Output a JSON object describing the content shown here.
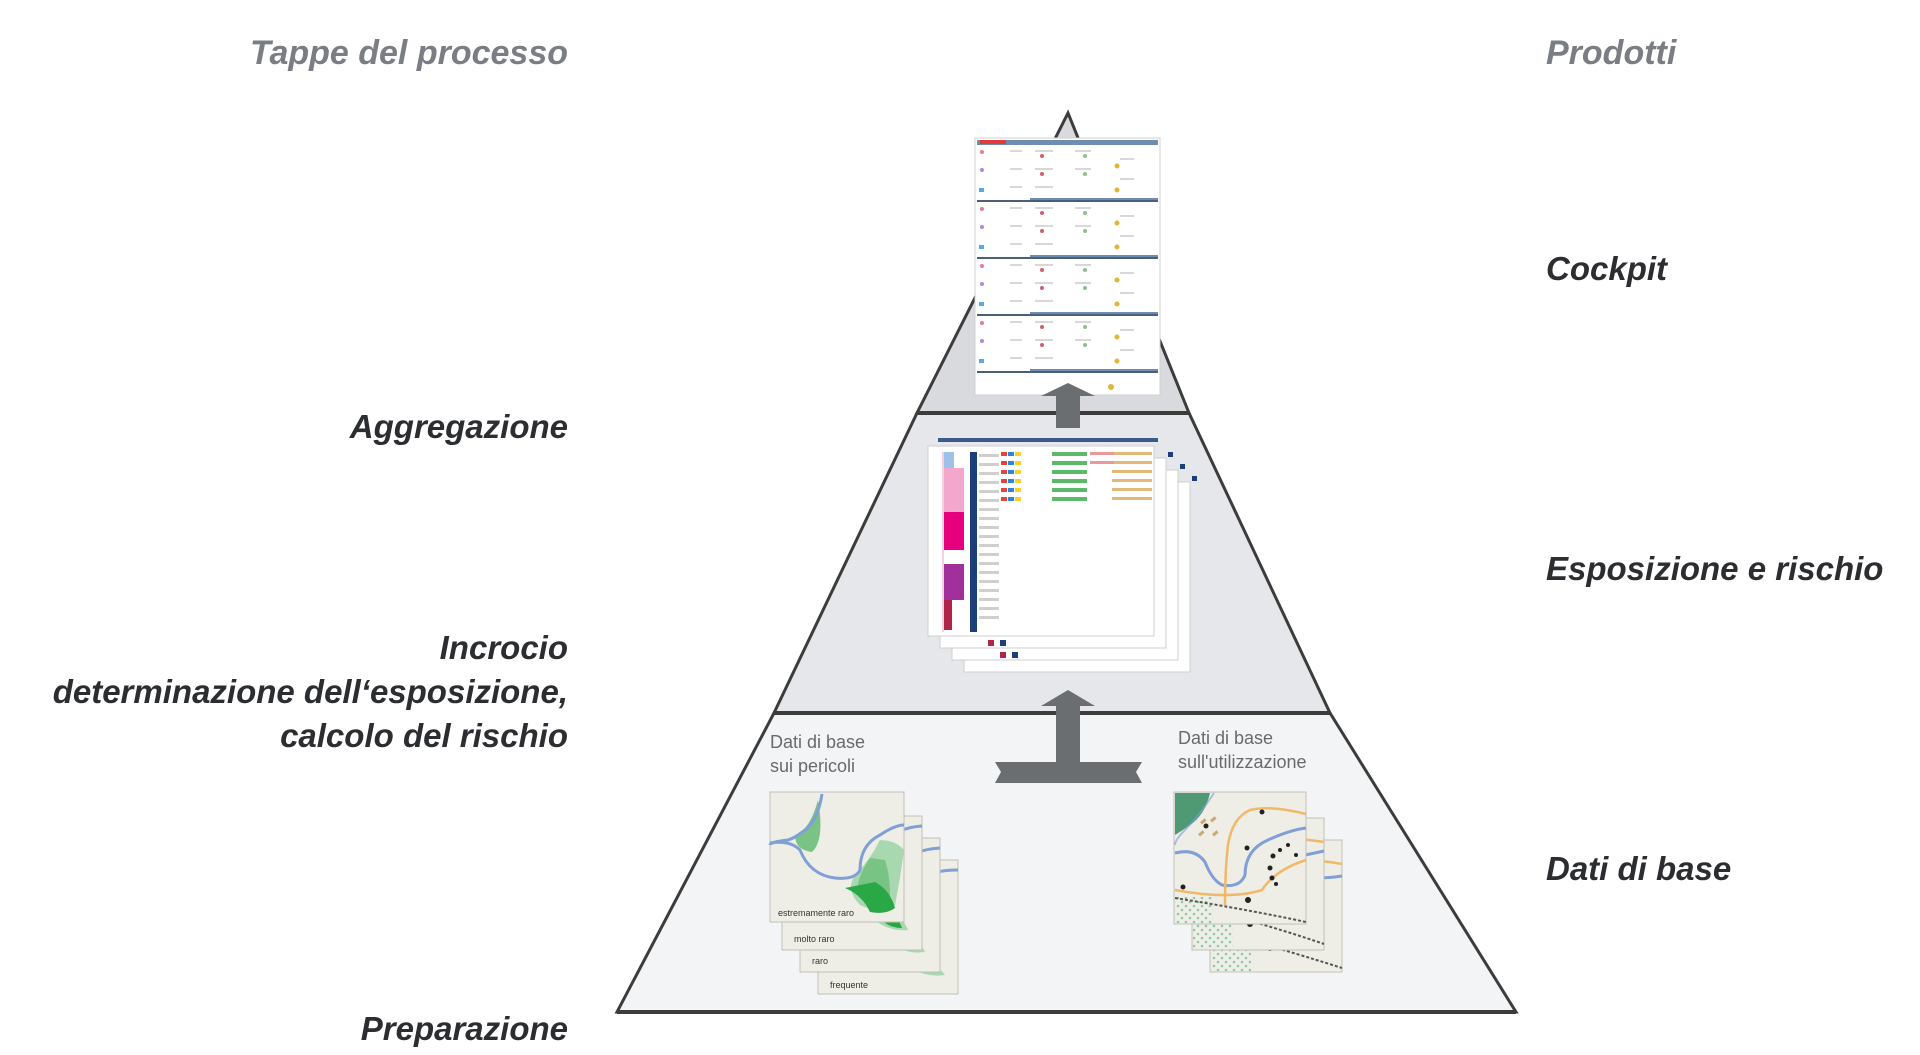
{
  "diagram": {
    "left_header": "Tappe del processo",
    "right_header": "Prodotti",
    "stages": [
      {
        "id": "aggregazione",
        "label": "Aggregazione"
      },
      {
        "id": "incrocio",
        "lines": [
          "Incrocio",
          "determinazione dell‘esposizione,",
          "calcolo del rischio"
        ]
      },
      {
        "id": "preparazione",
        "label": "Preparazione"
      }
    ],
    "products": [
      {
        "id": "cockpit",
        "label": "Cockpit"
      },
      {
        "id": "esposizione",
        "label": "Esposizione e rischio"
      },
      {
        "id": "dati-base",
        "label": "Dati di base"
      }
    ],
    "base_layer": {
      "hazards": {
        "title_lines": [
          "Dati di base",
          "sui pericoli"
        ],
        "map_labels": [
          "estremamente raro",
          "molto raro",
          "raro",
          "frequente"
        ]
      },
      "usage": {
        "title_lines": [
          "Dati di base",
          "sull'utilizzazione"
        ]
      }
    },
    "colors": {
      "pyramid_outline": "#3c3c3c",
      "top_fill": "#d9dadd",
      "middle_fill": "#e6e7ea",
      "bottom_fill": "#f3f4f6",
      "arrow": "#6b6e71",
      "river": "#7f9fd6",
      "green_dark": "#2aa845",
      "green_light": "#a8d8b0",
      "map_bg": "#eeeee6",
      "road": "#f0b867",
      "forest": "#4f9a74",
      "matrix_blue": "#1d3f78",
      "matrix_pink": "#e6007e",
      "matrix_purple": "#a2309c"
    }
  }
}
